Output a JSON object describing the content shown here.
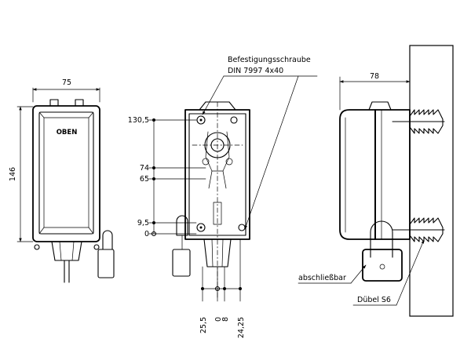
{
  "front_view": {
    "width_label": "75",
    "height_label": "146",
    "label_text": "OBEN"
  },
  "center_view": {
    "callout_screw_line1": "Befestigungsschraube",
    "callout_screw_line2": "DIN 7997 4x40",
    "dim_top": "130,5",
    "dim_74": "74",
    "dim_65": "65",
    "dim_95": "9,5",
    "dim_0": "0",
    "dim_bottom_255": "25,5",
    "dim_bottom_0": "0",
    "dim_bottom_8": "8",
    "dim_bottom_2425": "24,25"
  },
  "side_view": {
    "depth_label": "78",
    "callout_lock": "abschließbar",
    "callout_dowel": "Dübel S6"
  }
}
